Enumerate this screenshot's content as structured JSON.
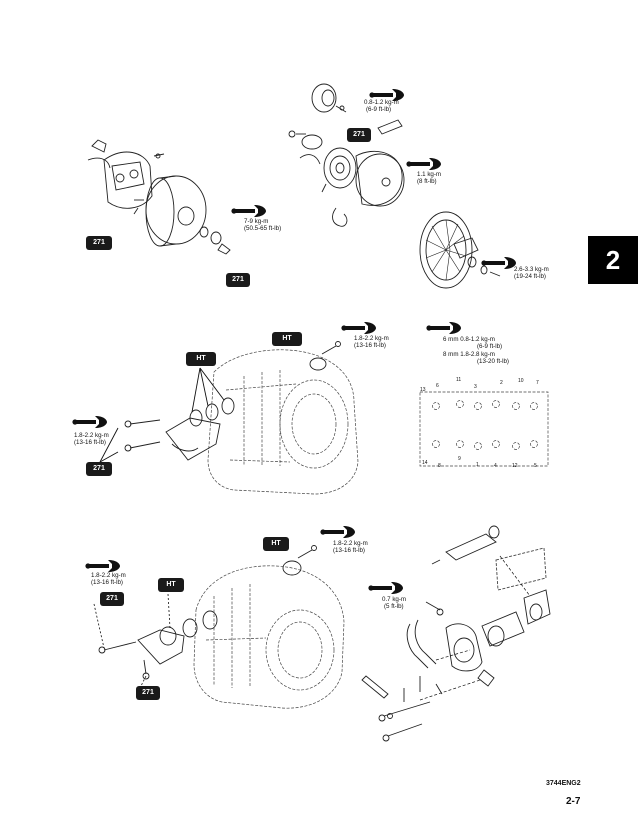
{
  "section_tab": "2",
  "doc_code": "3744ENG2",
  "page_number": "2-7",
  "tag_labels": {
    "loctite": "271",
    "heat": "HT"
  },
  "torque_specs": {
    "starter_line1": "0.8-1.2 kg-m",
    "starter_line2": "(6-9 ft-lb)",
    "rope_line1": "1.1 kg-m",
    "rope_line2": "(8 ft-lb)",
    "flywheel_line1": "7-9 kg-m",
    "flywheel_line2": "(50.5-65 ft-lb)",
    "pulley_line1": "2.6-3.3 kg-m",
    "pulley_line2": "(19-24 ft-lb)",
    "exhaust_upper_line1": "1.8-2.2 kg-m",
    "exhaust_upper_line2": "(13-16 ft-lb)",
    "cylhead_6mm": "6 mm  0.8-1.2 kg-m",
    "cylhead_6mm_ft": "(6-9 ft-lb)",
    "cylhead_8mm": "8 mm  1.8-2.8 kg-m",
    "cylhead_8mm_ft": "(13-20 ft-lb)",
    "intake_upper_line1": "1.8-2.2 kg-m",
    "intake_upper_line2": "(13-16 ft-lb)",
    "exhaust_lower_line1": "1.8-2.2 kg-m",
    "exhaust_lower_line2": "(13-16 ft-lb)",
    "intake_lower_line1": "1.8-2.2 kg-m",
    "intake_lower_line2": "(13-16 ft-lb)",
    "pump_line1": "0.7 kg-m",
    "pump_line2": "(5 ft-lb)"
  },
  "tightening_sequence": {
    "top": [
      "13",
      "6",
      "11",
      "3",
      "2",
      "10",
      "7"
    ],
    "bottom": [
      "14",
      "8",
      "9",
      "1",
      "4",
      "12",
      "5"
    ]
  }
}
